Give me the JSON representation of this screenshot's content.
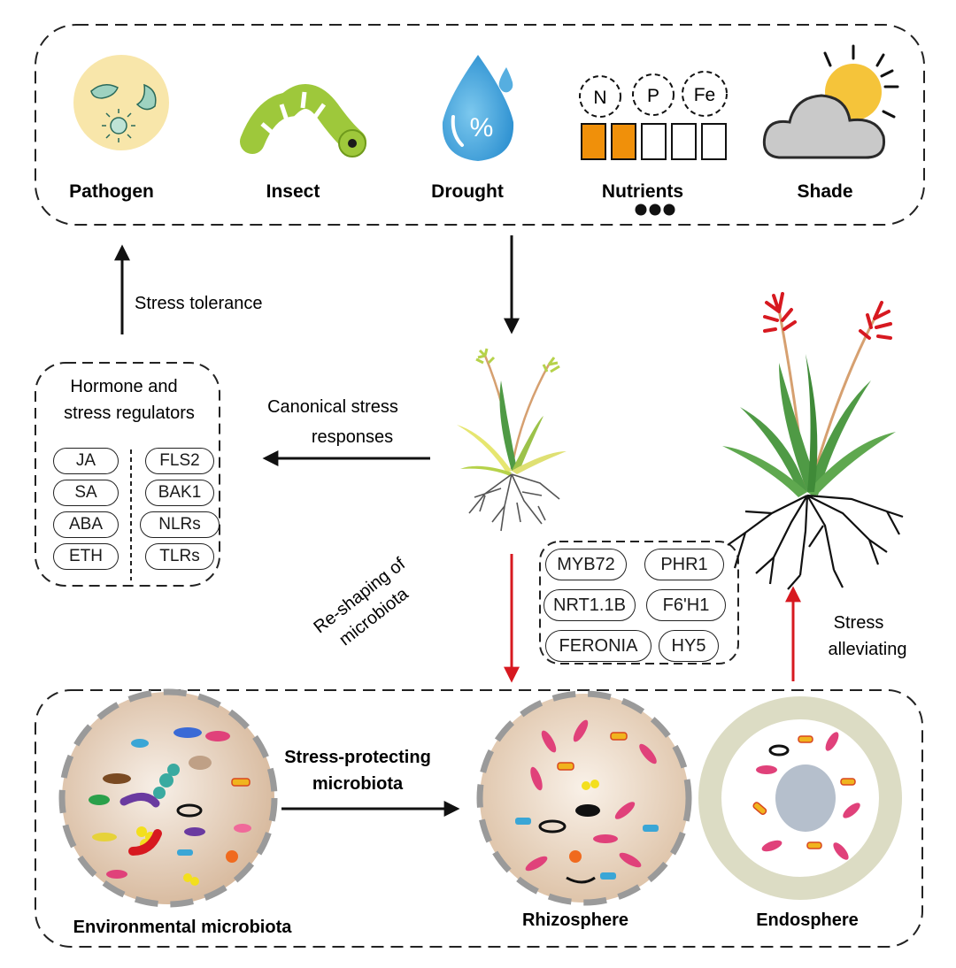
{
  "stresses": [
    {
      "label": "Pathogen",
      "icon": "pathogen-icon"
    },
    {
      "label": "Insect",
      "icon": "insect-icon"
    },
    {
      "label": "Drought",
      "icon": "drought-icon"
    },
    {
      "label": "Nutrients",
      "icon": "nutrients-icon"
    },
    {
      "label": "Shade",
      "icon": "shade-icon"
    }
  ],
  "drought_symbol": "%",
  "nutrient_elements": [
    "N",
    "P",
    "Fe"
  ],
  "arrows": {
    "stress_tolerance": "Stress tolerance",
    "canonical_line1": "Canonical stress",
    "canonical_line2": "responses",
    "reshaping_line1": "Re-shaping of",
    "reshaping_line2": "microbiota",
    "alleviating_line1": "Stress",
    "alleviating_line2": "alleviating",
    "protecting_line1": "Stress-protecting",
    "protecting_line2": "microbiota"
  },
  "hormone_box": {
    "title_line1": "Hormone and",
    "title_line2": "stress regulators",
    "left": [
      "JA",
      "SA",
      "ABA",
      "ETH"
    ],
    "right": [
      "FLS2",
      "BAK1",
      "NLRs",
      "TLRs"
    ]
  },
  "gene_box": {
    "rows": [
      [
        "MYB72",
        "PHR1"
      ],
      [
        "NRT1.1B",
        "F6'H1"
      ],
      [
        "FERONIA",
        "HY5"
      ]
    ]
  },
  "compartments": {
    "environmental": "Environmental microbiota",
    "rhizosphere": "Rhizosphere",
    "endosphere": "Endosphere"
  },
  "colors": {
    "arrow_red": "#d71920",
    "nutrient_fill": "#f0900a",
    "plant_green": "#4f9a45",
    "spike_red": "#d71920"
  }
}
